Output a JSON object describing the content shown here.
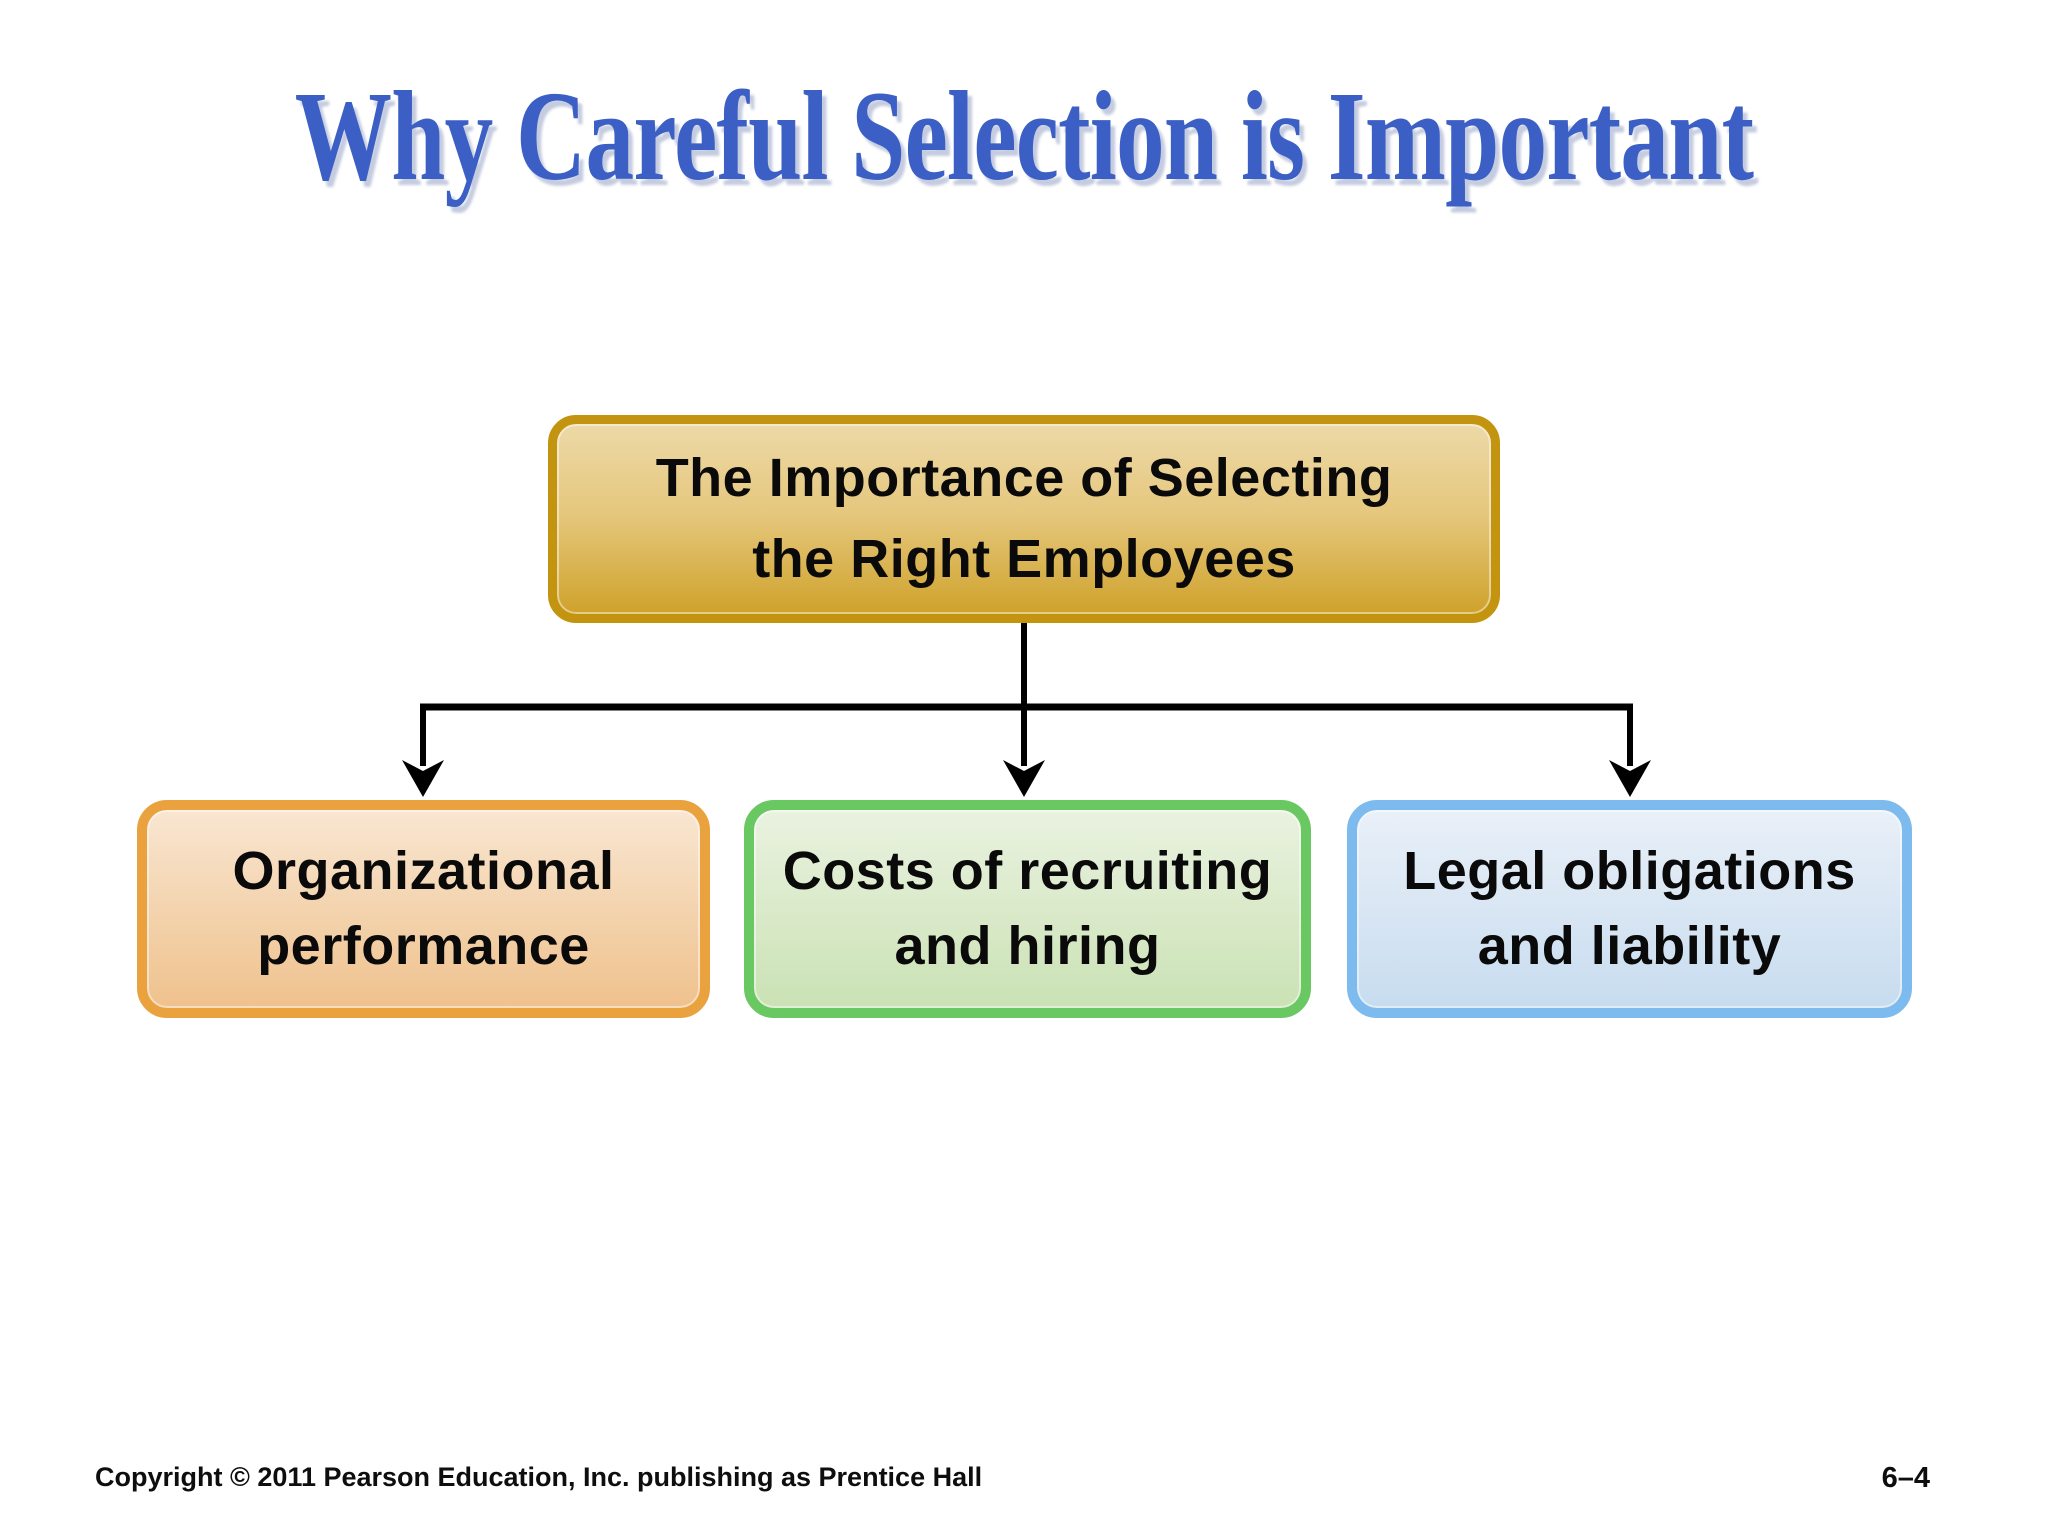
{
  "slide": {
    "title": "Why Careful Selection is Important",
    "footer_copyright": "Copyright © 2011 Pearson Education, Inc. publishing as Prentice Hall",
    "slide_number": "6–4"
  },
  "diagram": {
    "root": {
      "line1": "The Importance of Selecting",
      "line2": "the Right Employees"
    },
    "children": [
      {
        "line1": "Organizational",
        "line2": "performance"
      },
      {
        "line1": "Costs of recruiting",
        "line2": "and hiring"
      },
      {
        "line1": "Legal obligations",
        "line2": "and liability"
      }
    ]
  },
  "colors": {
    "background": "#FFFFFF",
    "title_text": "#3B5FC4",
    "title_shadow": "#96A3C6",
    "box_text": "#0A0A0A",
    "connector": "#000000",
    "root_border": "#C3940F",
    "root_fill_top": "#EDD9A8",
    "root_fill_bottom": "#CFA22B",
    "child_orange_border": "#E9A23E",
    "child_orange_fill_top": "#F9E6D2",
    "child_orange_fill_bottom": "#EFC18D",
    "child_green_border": "#69C862",
    "child_green_fill_top": "#EAF2E0",
    "child_green_fill_bottom": "#C9E2B4",
    "child_blue_border": "#7DBAEE",
    "child_blue_fill_top": "#E9F0F8",
    "child_blue_fill_bottom": "#C7DCEF"
  }
}
